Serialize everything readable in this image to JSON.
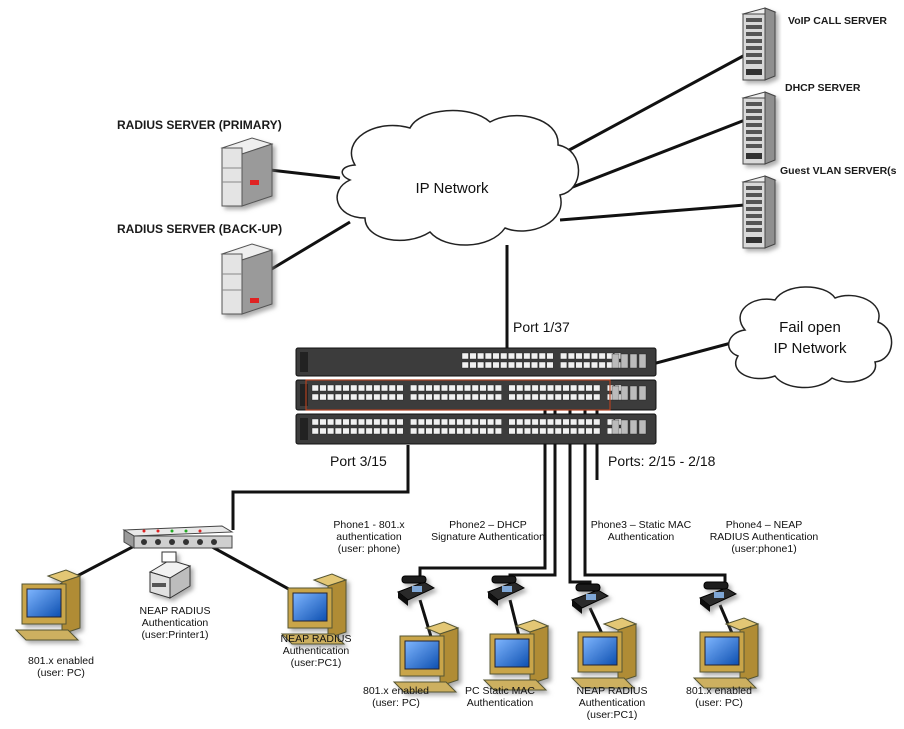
{
  "clouds": {
    "ip_network": "IP Network",
    "fail_open_line1": "Fail open",
    "fail_open_line2": "IP Network"
  },
  "servers": {
    "radius_primary": "RADIUS SERVER (PRIMARY)",
    "radius_backup": "RADIUS SERVER (BACK-UP)",
    "voip": "VoIP CALL SERVER",
    "dhcp": "DHCP SERVER",
    "guest_vlan": "Guest VLAN SERVER(s"
  },
  "ports": {
    "uplink": "Port 1/37",
    "hub_port": "Port 3/15",
    "phone_ports": "Ports: 2/15 - 2/18"
  },
  "phones": [
    {
      "lines": [
        "Phone1 - 801.x",
        "authentication",
        "(user: phone)"
      ]
    },
    {
      "lines": [
        "Phone2 – DHCP",
        "Signature Authentication"
      ]
    },
    {
      "lines": [
        "Phone3 – Static MAC",
        "Authentication"
      ]
    },
    {
      "lines": [
        "Phone4 – NEAP",
        "RADIUS Authentication",
        "(user:phone1)"
      ]
    }
  ],
  "hub_clients": [
    {
      "lines": [
        "801.x enabled",
        "(user: PC)"
      ]
    },
    {
      "lines": [
        "NEAP RADIUS",
        "Authentication",
        "(user:Printer1)"
      ]
    },
    {
      "lines": [
        "NEAP RADIUS",
        "Authentication",
        "(user:PC1)"
      ]
    }
  ],
  "phone_pcs": [
    {
      "lines": [
        "801.x enabled",
        "(user: PC)"
      ]
    },
    {
      "lines": [
        "PC Static MAC",
        "Authentication"
      ]
    },
    {
      "lines": [
        "NEAP RADIUS",
        "Authentication",
        "(user:PC1)"
      ]
    },
    {
      "lines": [
        "801.x enabled",
        "(user: PC)"
      ]
    }
  ],
  "colors": {
    "monitor_screen": "#1f6fd0",
    "pc_body": "#c9a54a",
    "switch_body": "#3c3c3c",
    "server_body": "#c8c8c8",
    "led_red": "#e02020"
  }
}
